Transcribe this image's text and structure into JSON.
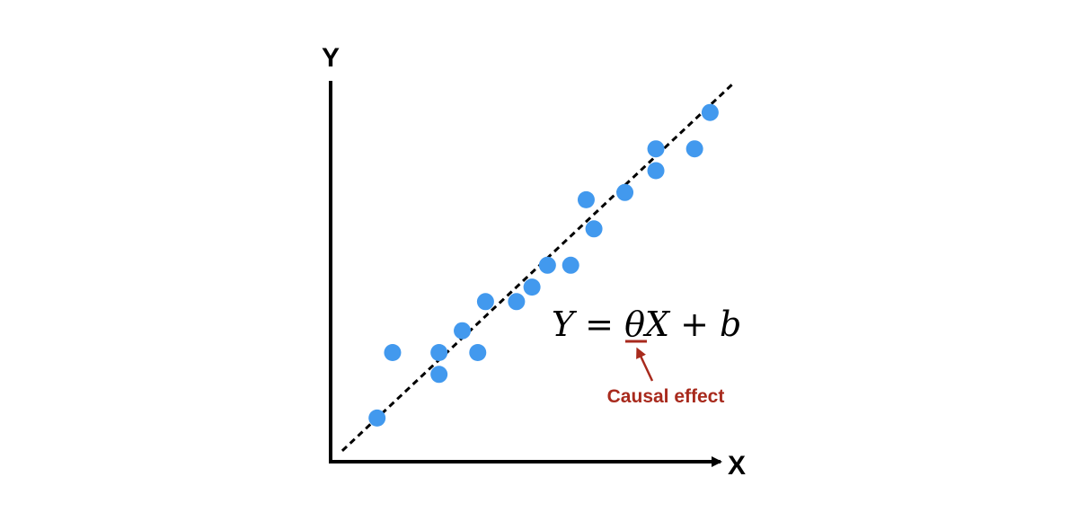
{
  "axes": {
    "x_label": "X",
    "y_label": "Y"
  },
  "equation": {
    "lhs": "Y",
    "equals": " = ",
    "coefficient": "θ",
    "rhs": "X + b"
  },
  "annotation": {
    "label": "Causal effect",
    "color": "#A82A1D"
  },
  "colors": {
    "points": "#4299EE",
    "axis": "#000000",
    "fit_line": "#000000"
  },
  "chart_data": {
    "type": "scatter",
    "points": [
      {
        "x": 0.6,
        "y": 0.6
      },
      {
        "x": 0.8,
        "y": 1.5
      },
      {
        "x": 1.4,
        "y": 1.5
      },
      {
        "x": 1.4,
        "y": 1.2
      },
      {
        "x": 1.7,
        "y": 1.8
      },
      {
        "x": 1.9,
        "y": 1.5
      },
      {
        "x": 2.0,
        "y": 2.2
      },
      {
        "x": 2.4,
        "y": 2.2
      },
      {
        "x": 2.6,
        "y": 2.4
      },
      {
        "x": 2.8,
        "y": 2.7
      },
      {
        "x": 3.1,
        "y": 2.7
      },
      {
        "x": 3.3,
        "y": 3.6
      },
      {
        "x": 3.4,
        "y": 3.2
      },
      {
        "x": 3.8,
        "y": 3.7
      },
      {
        "x": 4.2,
        "y": 4.0
      },
      {
        "x": 4.2,
        "y": 4.3
      },
      {
        "x": 4.7,
        "y": 4.3
      },
      {
        "x": 4.9,
        "y": 4.8
      }
    ],
    "fit_line": {
      "slope": 1.0,
      "intercept": 0.0,
      "x_range": [
        0.15,
        5.2
      ],
      "style": "dashed"
    },
    "xlim": [
      0,
      5.5
    ],
    "ylim": [
      0,
      5.5
    ],
    "xlabel": "X",
    "ylabel": "Y",
    "title": "",
    "grid": false,
    "ticks": false
  }
}
